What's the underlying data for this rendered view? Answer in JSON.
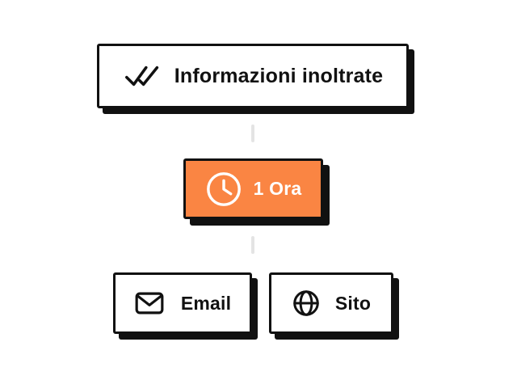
{
  "diagram": {
    "nodes": {
      "info": {
        "label": "Informazioni inoltrate",
        "icon": "double-check-icon",
        "background": "#ffffff",
        "text_color": "#111111"
      },
      "delay": {
        "label": "1 Ora",
        "icon": "clock-icon",
        "background": "#FA8543",
        "text_color": "#ffffff"
      },
      "email": {
        "label": "Email",
        "icon": "mail-icon",
        "background": "#ffffff",
        "text_color": "#111111"
      },
      "sito": {
        "label": "Sito",
        "icon": "globe-icon",
        "background": "#ffffff",
        "text_color": "#111111"
      }
    },
    "connectors": [
      {
        "from": "info",
        "to": "delay",
        "style": "dashed"
      },
      {
        "from": "delay",
        "to": "email-sito",
        "style": "dashed"
      }
    ]
  },
  "colors": {
    "page_background": "#ffffff",
    "node_border": "#111111",
    "node_shadow": "#111111",
    "accent_orange": "#FA8543",
    "connector_gray": "#e4e4e4"
  }
}
